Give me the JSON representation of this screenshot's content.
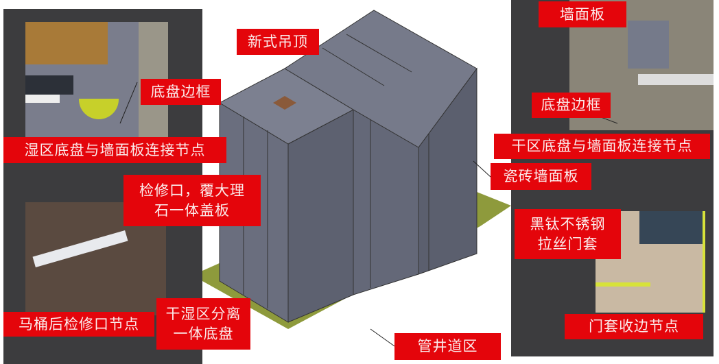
{
  "labels": {
    "ceiling": "新式吊顶",
    "wall_panel": "墙面板",
    "base_frame_left": "底盘边框",
    "wet_zone_node": "湿区底盘与墙面板连接节点",
    "base_frame_right": "底盘边框",
    "dry_zone_node": "干区底盘与墙面板连接节点",
    "tile_wall_panel": "瓷砖墙面板",
    "access_port_line1": "检修口，覆大理",
    "access_port_line2": "石一体盖板",
    "door_frame_line1": "黑钛不锈钢",
    "door_frame_line2": "拉丝门套",
    "toilet_access_node": "马桶后检修口节点",
    "integrated_base_line1": "干湿区分离",
    "integrated_base_line2": "一体底盘",
    "shaft_area": "管井道区",
    "door_trim_node": "门套收边节点"
  },
  "colors": {
    "label_bg": "#e4050b",
    "panel_bg": "#3c3c3e",
    "model_grey": "#6c7080",
    "base_green": "#8e9a3c"
  }
}
